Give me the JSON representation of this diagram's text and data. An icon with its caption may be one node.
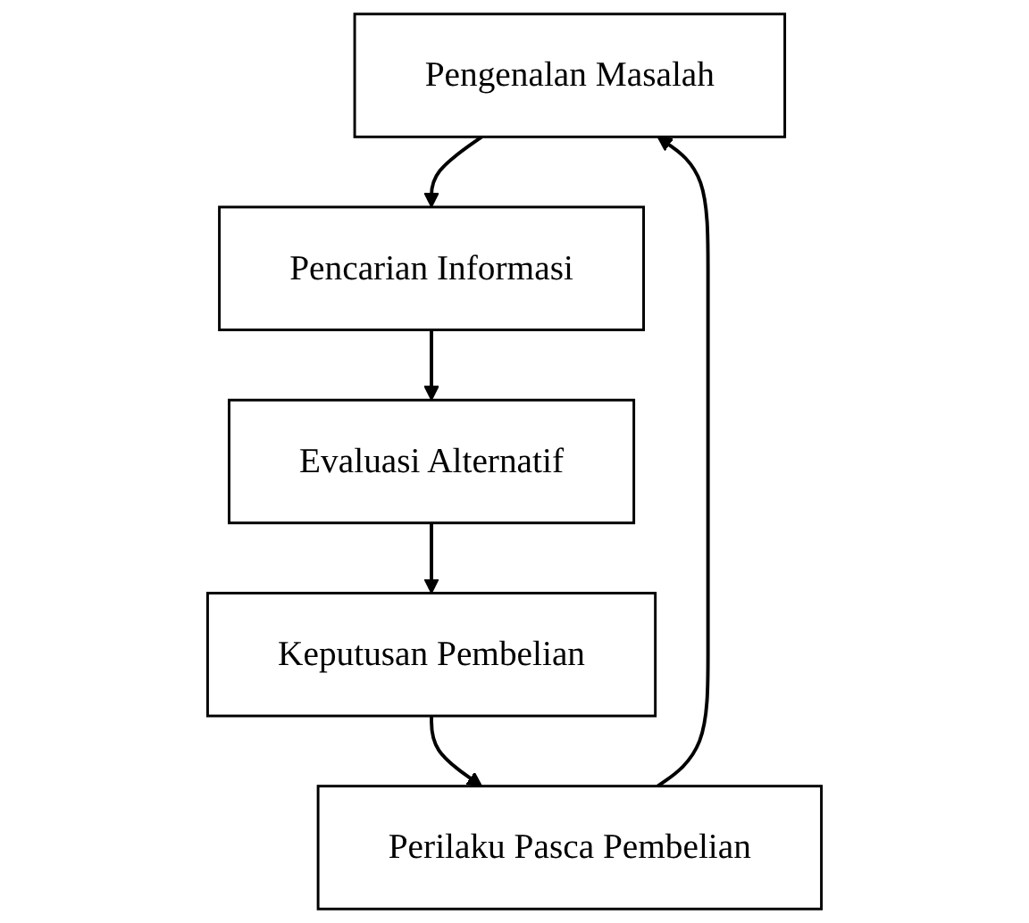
{
  "diagram": {
    "nodes": [
      {
        "text": [
          "Pengenalan Masalah"
        ]
      },
      {
        "text": [
          "Pencarian Informasi"
        ]
      },
      {
        "text": [
          "Evaluasi Alternatif"
        ]
      },
      {
        "text": [
          "Keputusan Pembelian"
        ]
      },
      {
        "text": [
          "Perilaku Pasca Pembelian"
        ]
      }
    ],
    "edges": [
      {
        "from": 0,
        "to": 1,
        "arrow": "to"
      },
      {
        "from": 1,
        "to": 2,
        "arrow": "to"
      },
      {
        "from": 2,
        "to": 3,
        "arrow": "to"
      },
      {
        "from": 3,
        "to": 4,
        "arrow": "to"
      },
      {
        "from": 4,
        "to": 0,
        "arrow": "to"
      }
    ]
  }
}
